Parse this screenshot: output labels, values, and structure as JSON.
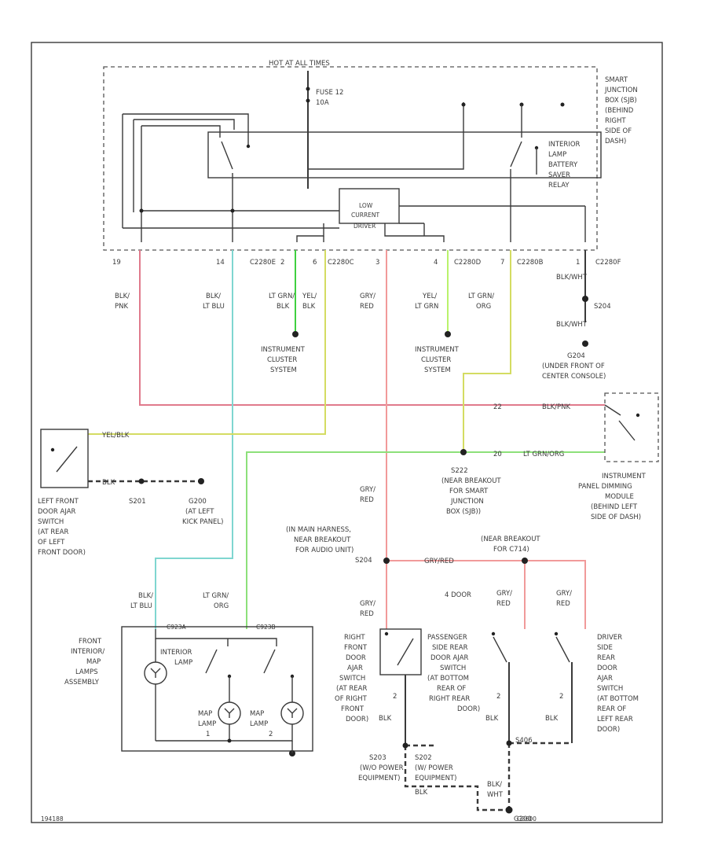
{
  "power": {
    "hot_label": "HOT AT ALL TIMES",
    "fuse_name": "FUSE 12",
    "fuse_rating": "10A"
  },
  "sjb": {
    "lines": [
      "SMART",
      "JUNCTION",
      "BOX (SJB)",
      "(BEHIND",
      "RIGHT",
      "SIDE OF",
      "DASH)"
    ]
  },
  "relay": {
    "lines": [
      "INTERIOR",
      "LAMP",
      "BATTERY",
      "SAVER",
      "RELAY"
    ]
  },
  "lcd": {
    "lines": [
      "LOW",
      "CURRENT",
      "DRIVER"
    ]
  },
  "connectors": {
    "c2280e": "C2280E",
    "c2280c": "C2280C",
    "c2280d": "C2280D",
    "c2280b": "C2280B",
    "c2280f": "C2280F",
    "pin_19": "19",
    "pin_14": "14",
    "pin_2": "2",
    "pin_6": "6",
    "pin_3": "3",
    "pin_4": "4",
    "pin_7": "7",
    "pin_1": "1"
  },
  "wires": {
    "blk_pnk": [
      "BLK/",
      "PNK"
    ],
    "blk_ltblu": [
      "BLK/",
      "LT BLU"
    ],
    "ltgrn_blk": [
      "LT GRN/",
      "BLK"
    ],
    "yel_blk": [
      "YEL/",
      "BLK"
    ],
    "gry_red": [
      "GRY/",
      "RED"
    ],
    "yel_ltgrn": [
      "YEL/",
      "LT GRN"
    ],
    "ltgrn_org": [
      "LT GRN/",
      "ORG"
    ],
    "blk_wht": "BLK/WHT",
    "blk_wht_2": "BLK/WHT"
  },
  "ic_left": {
    "lines": [
      "INSTRUMENT",
      "CLUSTER",
      "SYSTEM"
    ]
  },
  "ic_right": {
    "lines": [
      "INSTRUMENT",
      "CLUSTER",
      "SYSTEM"
    ]
  },
  "g204": {
    "name": "S204",
    "desc": [
      "G204",
      "(UNDER FRONT OF",
      "CENTER CONSOLE)"
    ]
  },
  "ipdm": {
    "pin_22": "22",
    "wire_22": "BLK/PNK",
    "pin_20": "20",
    "wire_20": "LT GRN/ORG",
    "lines": [
      "INSTRUMENT",
      "PANEL DIMMING",
      "MODULE",
      "(BEHIND LEFT",
      "SIDE OF DASH)"
    ]
  },
  "lf_door": {
    "wire_top": "YEL/BLK",
    "wire_bot": "BLK",
    "lines": [
      "LEFT FRONT",
      "DOOR AJAR",
      "SWITCH",
      "(AT REAR",
      "OF LEFT",
      "FRONT DOOR)"
    ]
  },
  "s201": {
    "name": "S201"
  },
  "g200": {
    "lines": [
      "G200",
      "(AT LEFT",
      "KICK PANEL)"
    ]
  },
  "s222": {
    "lines": [
      "S222",
      "(NEAR BREAKOUT",
      "FOR SMART",
      "JUNCTION",
      "BOX (SJB))"
    ]
  },
  "s204": {
    "lines": [
      "(IN MAIN HARNESS,",
      "NEAR BREAKOUT",
      "FOR AUDIO UNIT)",
      "S204"
    ]
  },
  "c7xx": {
    "lines": [
      "(NEAR BREAKOUT",
      "FOR C714)"
    ]
  },
  "gry_red_mid": "GRY/RED",
  "four_door": "4 DOOR",
  "gry_red_lower": [
    "GRY/",
    "RED"
  ],
  "gry_red_rp": [
    "GRY/",
    "RED"
  ],
  "gry_red_dr": [
    "GRY/",
    "RED"
  ],
  "map_lamp": {
    "c_left": "C923A",
    "c_right": "C923B",
    "label": [
      "FRONT",
      "INTERIOR/",
      "MAP",
      "LAMPS",
      "ASSEMBLY"
    ],
    "interior": [
      "INTERIOR",
      "LAMP"
    ],
    "map1": [
      "MAP",
      "LAMP",
      "1"
    ],
    "map2": [
      "MAP",
      "LAMP",
      "2"
    ],
    "wire_left": [
      "BLK/",
      "LT BLU"
    ],
    "wire_right": [
      "LT GRN/",
      "ORG"
    ]
  },
  "rf_door": {
    "lines": [
      "RIGHT",
      "FRONT",
      "DOOR",
      "AJAR",
      "SWITCH",
      "(AT REAR",
      "OF RIGHT",
      "FRONT",
      "DOOR)"
    ],
    "pin": "2",
    "wire": "BLK"
  },
  "pr_door": {
    "lines": [
      "PASSENGER",
      "SIDE REAR",
      "DOOR AJAR",
      "SWITCH",
      "(AT BOTTOM",
      "REAR OF",
      "RIGHT REAR",
      "DOOR)"
    ],
    "pin": "2",
    "wire": "BLK"
  },
  "dr_door": {
    "lines": [
      "DRIVER",
      "SIDE",
      "REAR",
      "DOOR",
      "AJAR",
      "SWITCH",
      "(AT BOTTOM",
      "REAR OF",
      "LEFT REAR",
      "DOOR)"
    ],
    "pin": "2",
    "wire": "BLK"
  },
  "s203": {
    "lines": [
      "S203",
      "(W/O POWER",
      "EQUIPMENT)"
    ]
  },
  "s202": {
    "lines": [
      "S202",
      "(W/ POWER",
      "EQUIPMENT)"
    ]
  },
  "s406": "S406",
  "blk_bot": [
    "BLK/",
    "WHT"
  ],
  "blk_lbl": "BLK",
  "g300": "G300",
  "fig_id": "194188",
  "fig_code": "G3600",
  "colors": {
    "red": "#e07a8c",
    "cyan": "#7fd6d0",
    "green": "#3fd040",
    "yellow": "#d4dc62",
    "lime": "#b9f26b",
    "pink": "#f19a9a",
    "ltgreen": "#8de07a"
  }
}
